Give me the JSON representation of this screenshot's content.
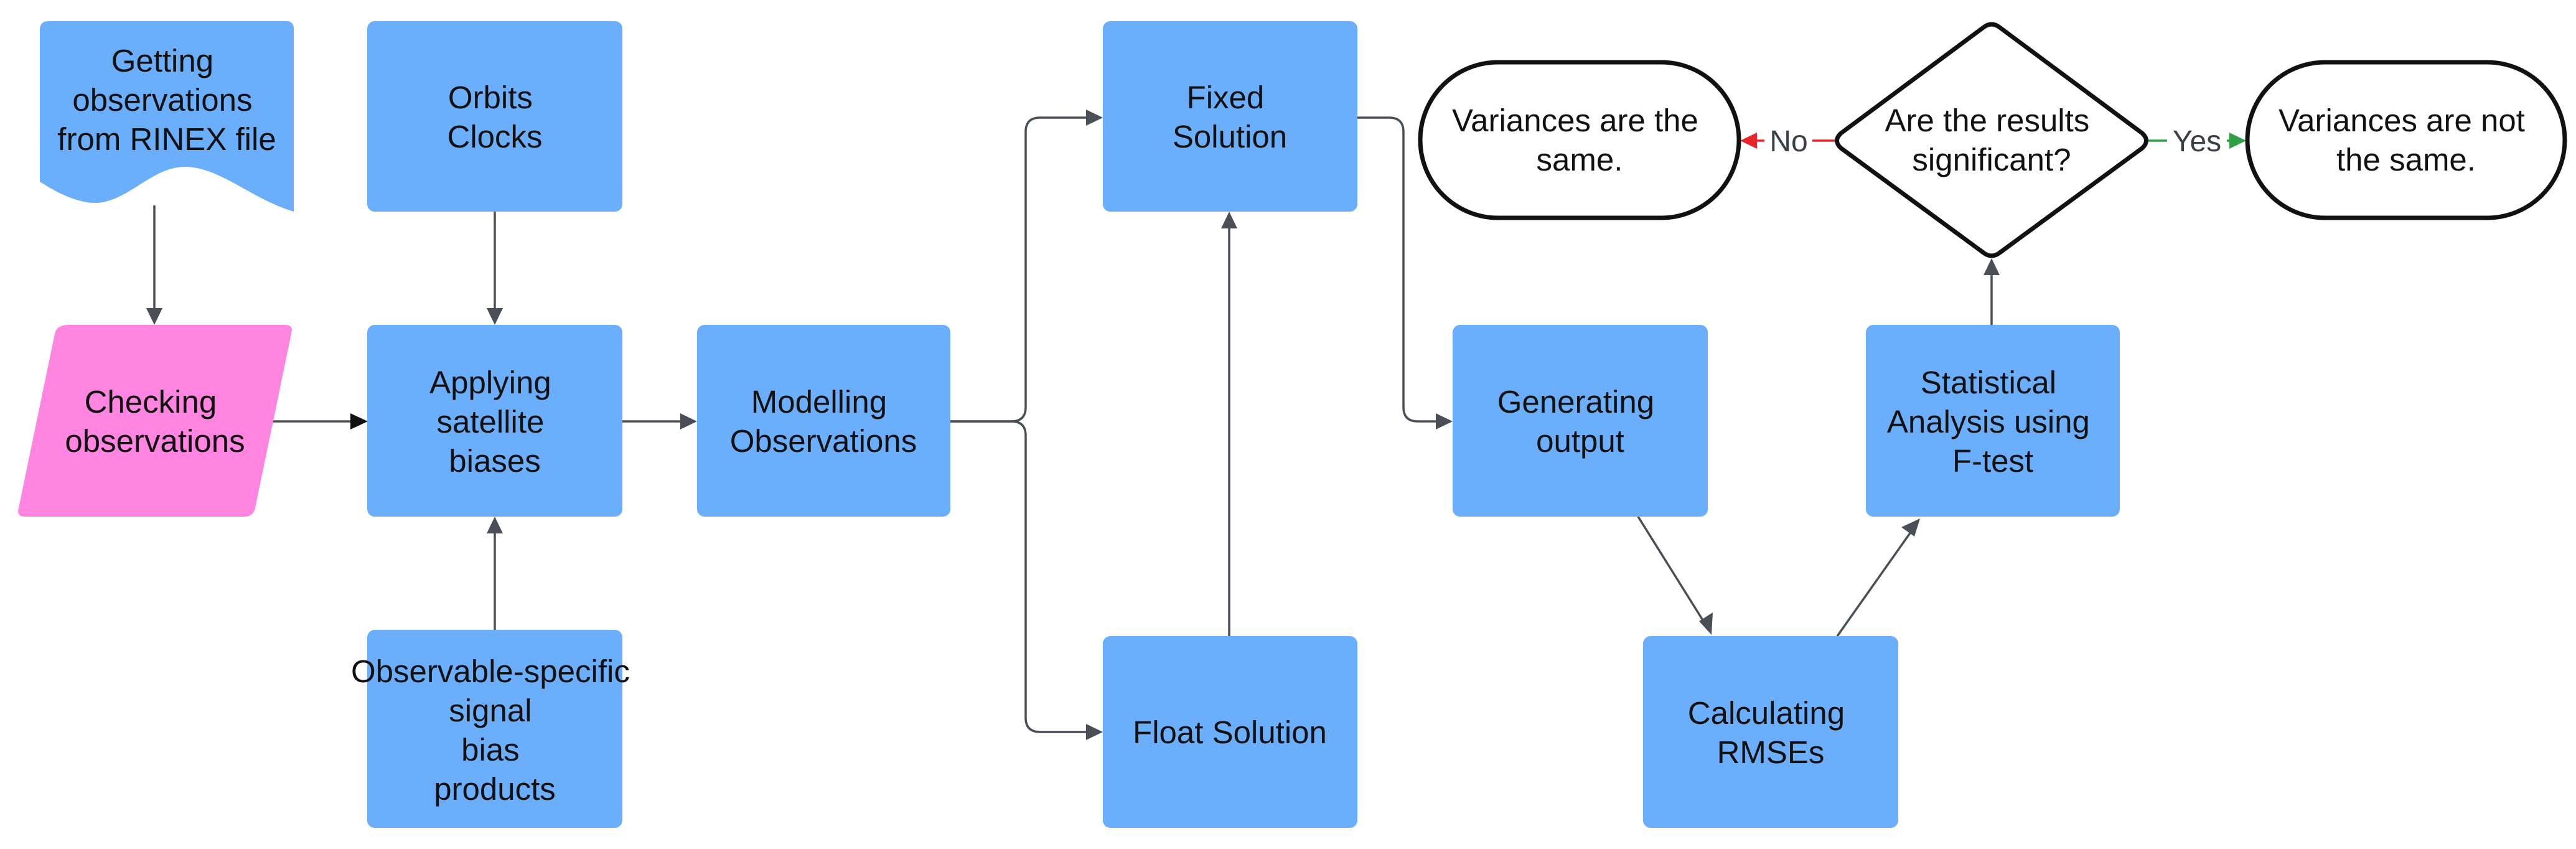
{
  "diagram": {
    "nodes": {
      "rinex": "Getting observations from RINEX file",
      "orbits": "Orbits Clocks",
      "checking": "Checking observations",
      "applying": "Applying satellite biases",
      "osb": "Observable-specific signal bias products",
      "modelling": "Modelling Observations",
      "fixed": "Fixed Solution",
      "float": "Float Solution",
      "output": "Generating output",
      "rmse": "Calculating RMSEs",
      "stat": "Statistical Analysis using F-test",
      "decision": "Are the results significant?",
      "same": "Variances are the same.",
      "notsame": "Variances are not the same."
    },
    "edge_labels": {
      "no": "No",
      "yes": "Yes"
    },
    "colors": {
      "process": "#6aaefc",
      "input": "#ff85e1",
      "edge": "#4a4f57",
      "no": "#e8232a",
      "yes": "#2ea043"
    }
  }
}
